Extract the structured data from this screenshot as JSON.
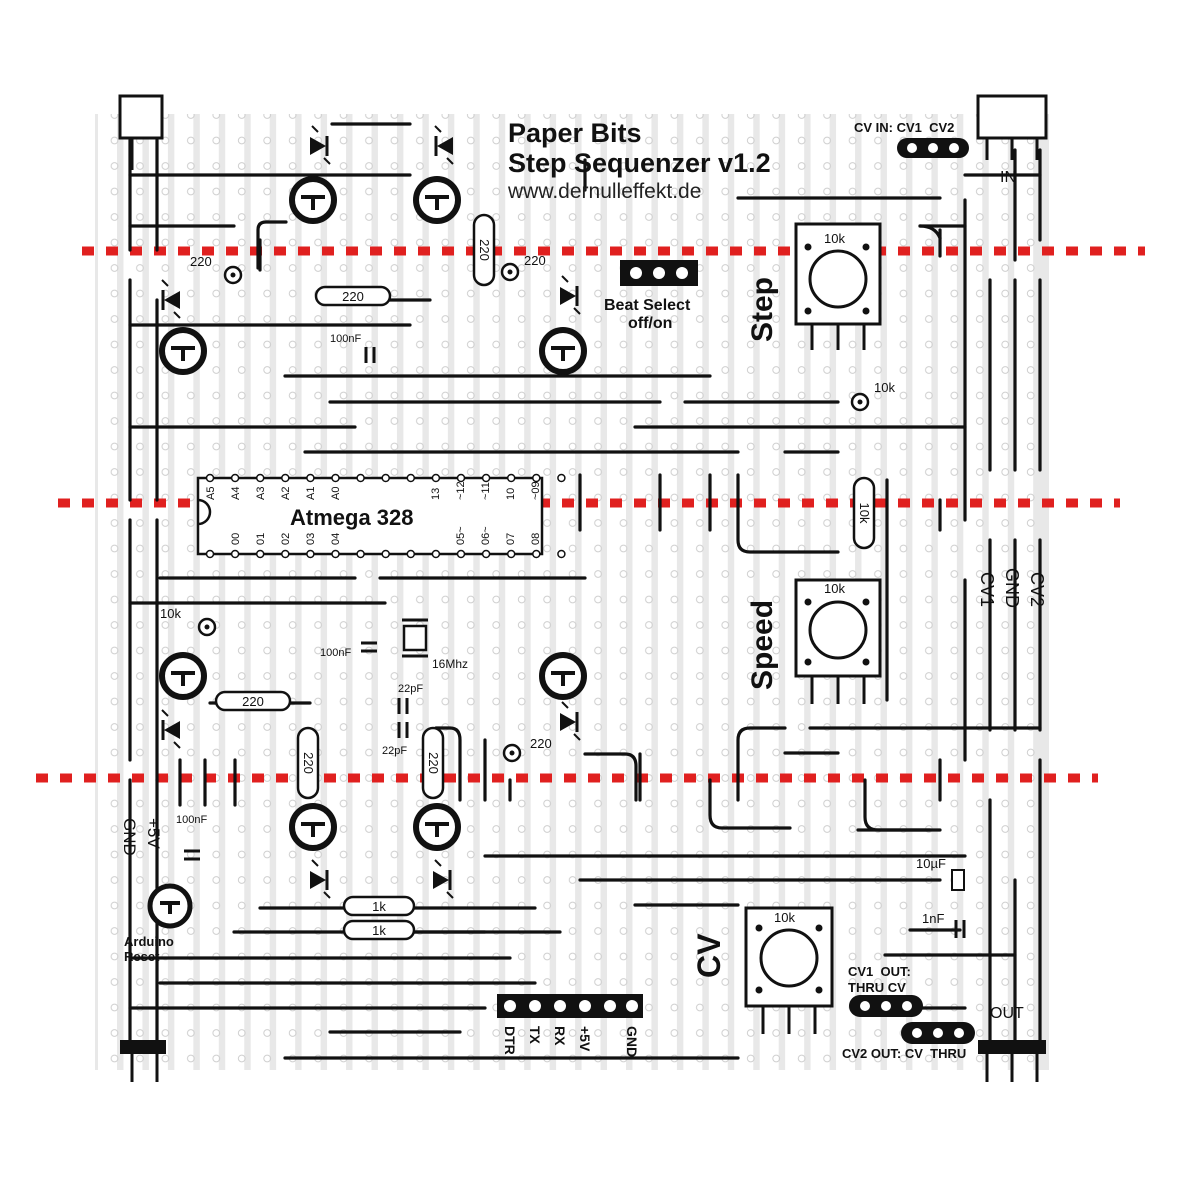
{
  "title": {
    "line1": "Paper Bits",
    "line2": "Step Sequenzer v1.2",
    "url": "www.dernulleffekt.de"
  },
  "colors": {
    "board": "#e8e8e8",
    "strip": "#ffffff",
    "trace": "#111111",
    "cut_line": "#e0201f"
  },
  "chip": {
    "name": "Atmega 328",
    "top_pins": [
      "A5",
      "A4",
      "A3",
      "A2",
      "A1",
      "A0",
      "13",
      "~12",
      "~11",
      "10",
      "~09"
    ],
    "bottom_pins": [
      "00",
      "01",
      "02",
      "03",
      "04",
      "05~",
      "06~",
      "07",
      "08"
    ]
  },
  "pots": {
    "step": "Step",
    "speed": "Speed",
    "cv": "CV",
    "value": "10k"
  },
  "resistors": {
    "r220": "220",
    "r10k": "10k",
    "r1k": "1k"
  },
  "capacitors": {
    "c100n": "100nF",
    "c22p": "22pF",
    "c10u": "10µF",
    "c1n": "1nF"
  },
  "crystal": "16Mhz",
  "jumpers": {
    "cv_in": "CV IN: CV1  CV2",
    "beat_select_1": "Beat Select",
    "beat_select_2": "off/on",
    "cv1_out_1": "CV1  OUT:",
    "cv1_out_2": "THRU CV",
    "cv2_out": "CV2 OUT: CV  THRU"
  },
  "jacks": {
    "in": "IN",
    "out": "OUT",
    "cv2": "CV2",
    "gnd": "GND",
    "cv1": "CV1"
  },
  "power": {
    "gnd": "GND",
    "plus5v": "+5V"
  },
  "reset": {
    "line1": "Arduino",
    "line2": "Reset"
  },
  "ftdi": [
    "DTR",
    "TX",
    "RX",
    "+5V",
    "GND"
  ]
}
